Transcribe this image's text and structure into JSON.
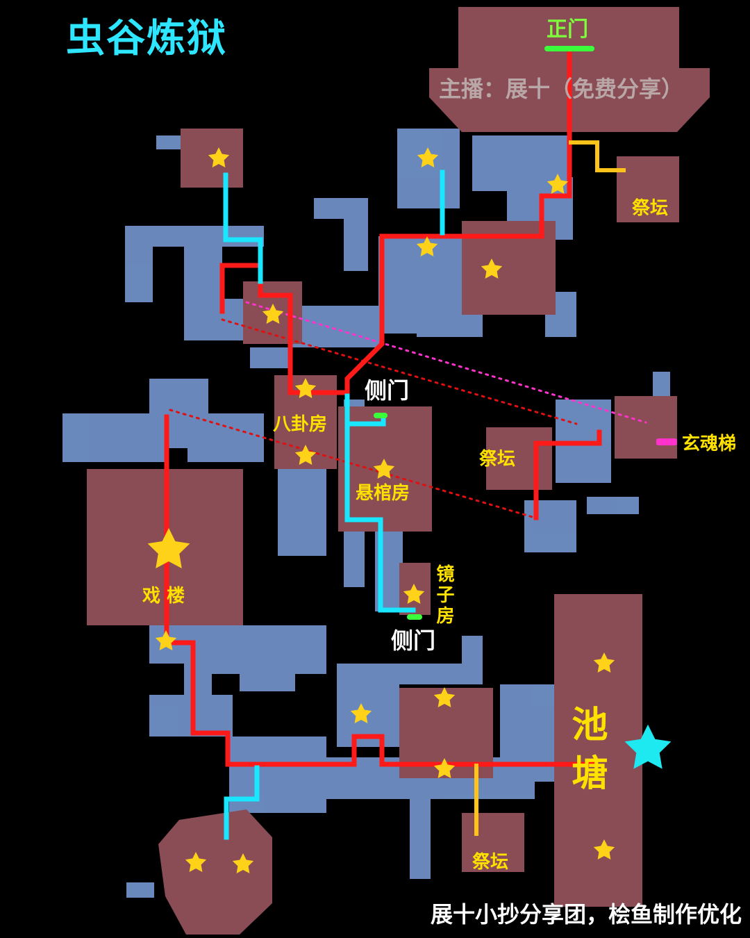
{
  "title": "虫谷炼狱",
  "labels": {
    "main_gate": "正门",
    "streamer": "主播：展十（免费分享）",
    "altar_top": "祭坛",
    "altar_mid": "祭坛",
    "altar_bottom": "祭坛",
    "bagua": "八卦房",
    "side_gate_top": "侧门",
    "side_gate_bottom": "侧门",
    "coffin_room": "悬棺房",
    "mirror_room": "镜子房",
    "soul_ladder": "玄魂梯",
    "opera_house": "戏 楼",
    "pond": "池塘"
  },
  "footer": "展十小抄分享团，桧鱼制作优化",
  "colors": {
    "route_main": "#ff1a1a",
    "route_branch": "#19e6ff",
    "route_altar": "#ffc31a",
    "link_dotted_red": "#e01010",
    "link_dotted_pink": "#ff33cc",
    "gate_marker": "#3cff3c",
    "room_fill": "#8a4c55",
    "corridor_fill": "#6f8fc6",
    "star": "#ffd21a",
    "special_star": "#1ee8f0"
  },
  "icons": [
    "star-icon",
    "special-star-icon"
  ]
}
